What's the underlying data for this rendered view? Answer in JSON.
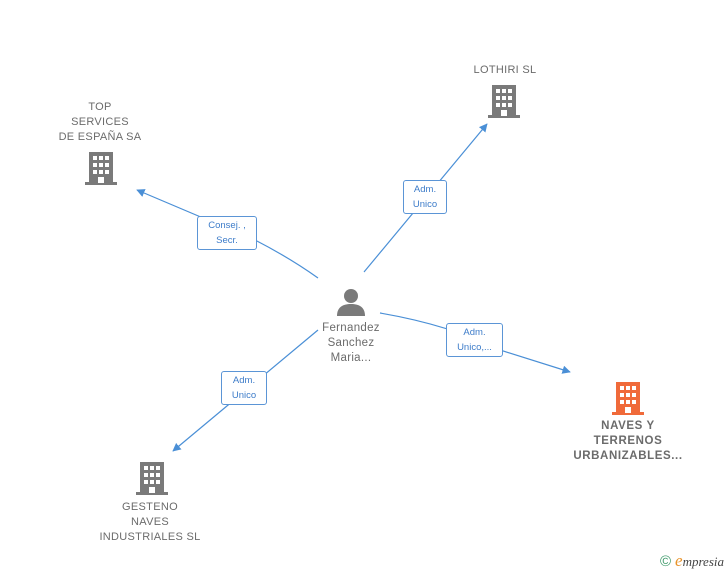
{
  "colors": {
    "edge": "#4a8fd6",
    "company": "#7a7a7a",
    "company_highlight": "#f06a3a",
    "person": "#7a7a7a"
  },
  "nodes": {
    "top_services": {
      "lines": [
        "TOP",
        "SERVICES",
        "DE ESPAÑA SA"
      ],
      "icon": "building-icon"
    },
    "lothiri": {
      "lines": [
        "LOTHIRI  SL"
      ],
      "icon": "building-icon"
    },
    "naves_terrenos": {
      "lines": [
        "NAVES Y",
        "TERRENOS",
        "URBANIZABLES..."
      ],
      "icon": "building-icon"
    },
    "gesteno": {
      "lines": [
        "GESTENO",
        "NAVES",
        "INDUSTRIALES SL"
      ],
      "icon": "building-icon"
    },
    "person": {
      "lines": [
        "Fernandez",
        "Sanchez",
        "Maria..."
      ],
      "icon": "person-icon"
    }
  },
  "edges": {
    "to_top_services": {
      "lines": [
        "Consej. ,",
        "Secr."
      ]
    },
    "to_lothiri": {
      "lines": [
        "Adm.",
        "Unico"
      ]
    },
    "to_naves": {
      "lines": [
        "Adm.",
        "Unico,..."
      ]
    },
    "to_gesteno": {
      "lines": [
        "Adm.",
        "Unico"
      ]
    }
  },
  "footer": {
    "copyright_symbol": "©",
    "brand_initial": "e",
    "brand_rest": "mpresia"
  }
}
